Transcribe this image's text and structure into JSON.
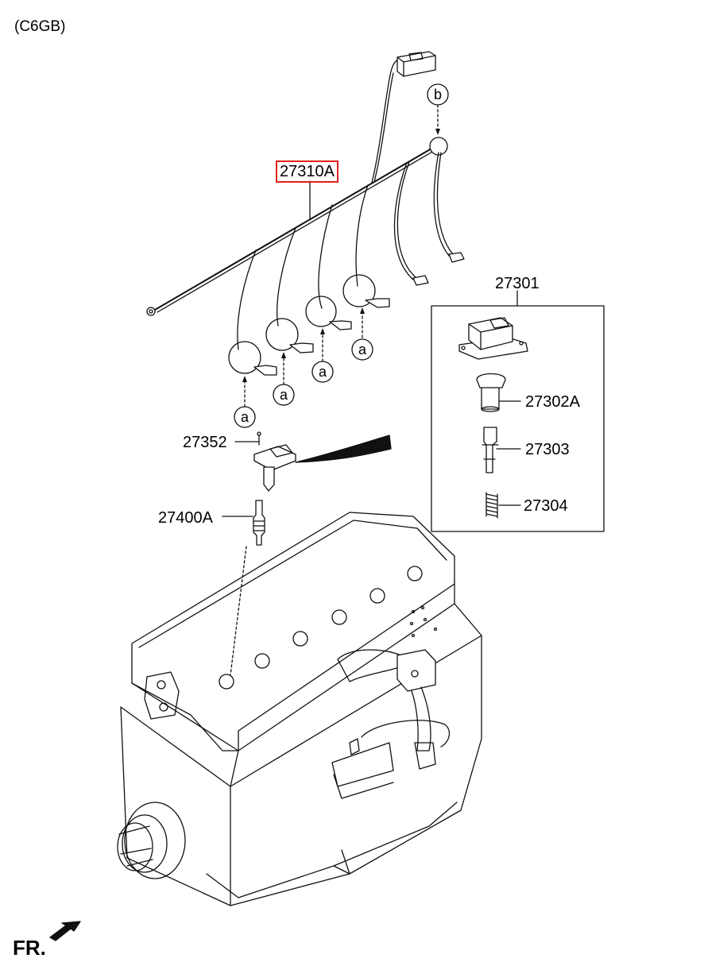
{
  "engine_code": "(C6GB)",
  "direction_label": "FR.",
  "highlight_color": "#e0211c",
  "parts": {
    "p27310A": "27310A",
    "p27301": "27301",
    "p27302A": "27302A",
    "p27303": "27303",
    "p27304": "27304",
    "p27352": "27352",
    "p27400A": "27400A"
  },
  "callouts": {
    "a": "a",
    "b": "b"
  }
}
